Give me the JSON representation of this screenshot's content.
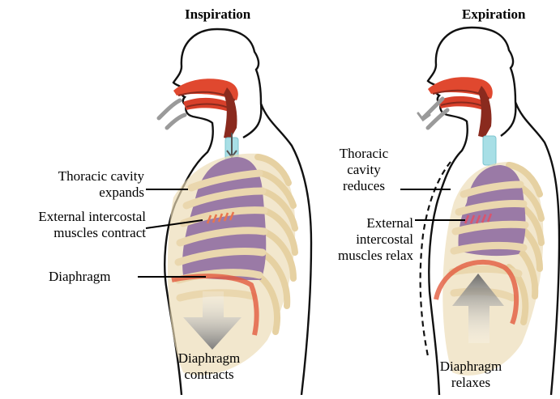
{
  "panels": {
    "inspiration": {
      "title": "Inspiration",
      "thoracic_label": [
        "Thoracic cavity",
        "expands"
      ],
      "intercostal_label": [
        "External intercostal",
        "muscles contract"
      ],
      "diaphragm_label": "Diaphragm",
      "diaphragm_motion_label": [
        "Diaphragm",
        "contracts"
      ]
    },
    "expiration": {
      "title": "Expiration",
      "thoracic_label": [
        "Thoracic",
        "cavity",
        "reduces"
      ],
      "intercostal_label": [
        "External",
        "intercostal",
        "muscles relax"
      ],
      "diaphragm_motion_label": [
        "Diaphragm",
        "relaxes"
      ]
    }
  },
  "colors": {
    "airway": "#e0482f",
    "airway_dark": "#8a2a1e",
    "trachea": "#a8dfe6",
    "lung": "#9a7aa6",
    "rib": "#e9d6ad",
    "rib_edge": "#d8bf86",
    "diaphragm": "#e25b3f",
    "arrow": "#8d8d8d"
  }
}
